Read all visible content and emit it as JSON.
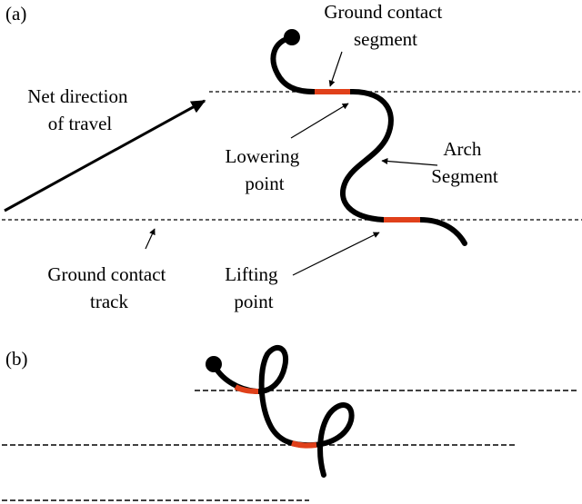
{
  "colors": {
    "body": "#000000",
    "contact": "#e0401a",
    "track": "#000000"
  },
  "panel_a": {
    "label": "(a)",
    "ground_contact_segment": [
      "Ground contact",
      "segment"
    ],
    "net_direction": [
      "Net direction",
      "of travel"
    ],
    "lowering_point": [
      "Lowering",
      "point"
    ],
    "arch_segment": [
      "Arch",
      "Segment"
    ],
    "ground_contact_track": [
      "Ground contact",
      "track"
    ],
    "lifting_point": [
      "Lifting",
      "point"
    ]
  },
  "panel_b": {
    "label": "(b)"
  }
}
